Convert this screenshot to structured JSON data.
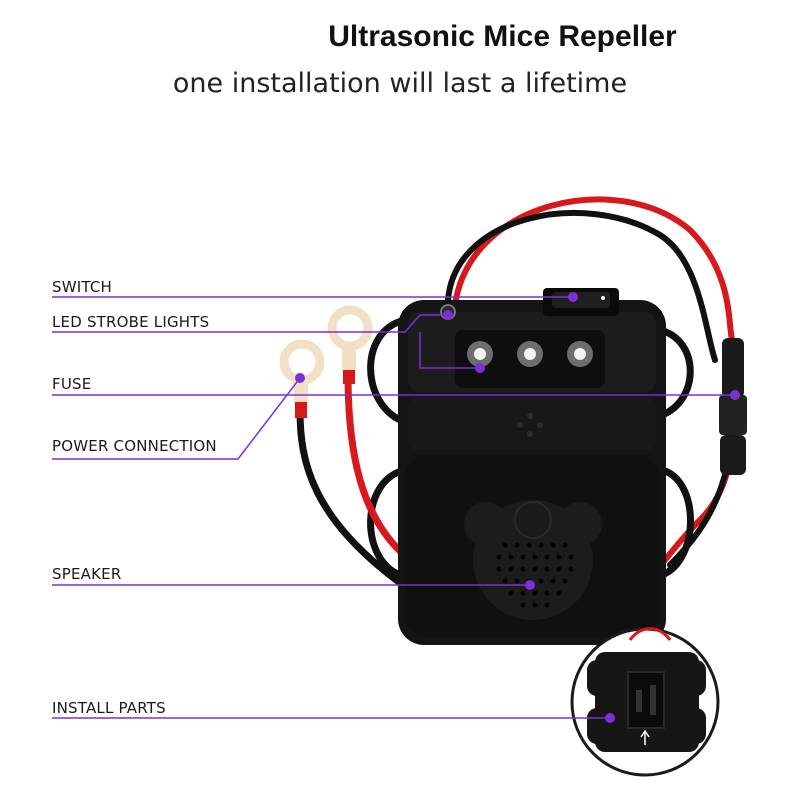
{
  "header": {
    "title": "Ultrasonic Mice Repeller",
    "subtitle": "one installation will last a lifetime"
  },
  "labels": {
    "switch": "SWITCH",
    "led": "LED STROBE LIGHTS",
    "fuse": "FUSE",
    "power": "POWER CONNECTION",
    "speaker": "SPEAKER",
    "install": "INSTALL PARTS"
  },
  "colors": {
    "callout_line": "#7b2fd6",
    "device_body": "#141414",
    "wire_red": "#d8191c",
    "wire_black": "#111111"
  }
}
